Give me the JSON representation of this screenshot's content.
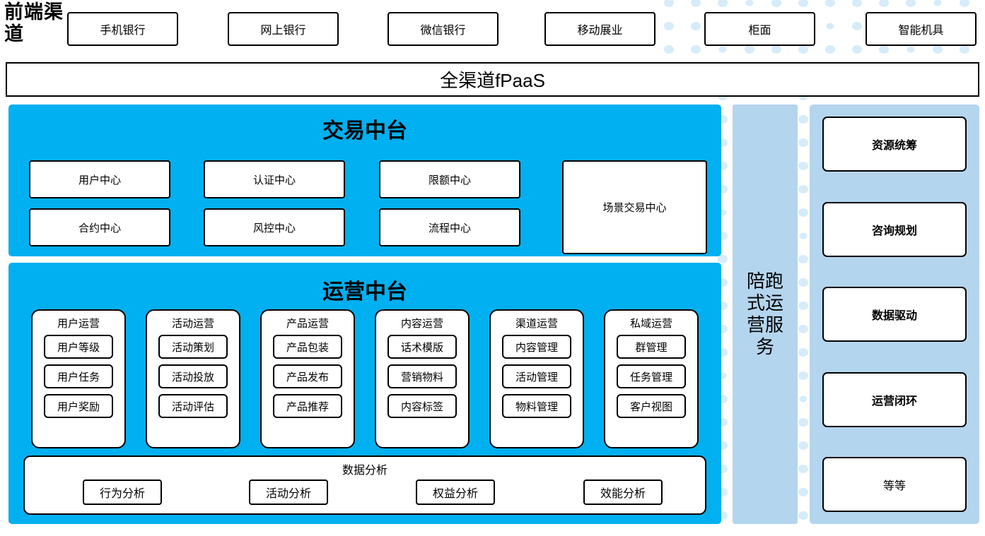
{
  "colors": {
    "cyan": "#00B0F0",
    "light_blue": "#B4D5EE",
    "box_border": "#000000",
    "box_fill": "#FFFFFF",
    "dot": "#D7ECFA"
  },
  "frontend": {
    "label": "前端渠道",
    "channels": [
      {
        "label": "手机银行"
      },
      {
        "label": "网上银行"
      },
      {
        "label": "微信银行"
      },
      {
        "label": "移动展业"
      },
      {
        "label": "柜面"
      },
      {
        "label": "智能机具"
      }
    ]
  },
  "fpaas": {
    "label": "全渠道fPaaS"
  },
  "trade_platform": {
    "title": "交易中台",
    "centers": [
      {
        "label": "用户中心"
      },
      {
        "label": "认证中心"
      },
      {
        "label": "限额中心"
      },
      {
        "label": "合约中心"
      },
      {
        "label": "风控中心"
      },
      {
        "label": "流程中心"
      }
    ],
    "scene_center": {
      "label": "场景交易中心"
    }
  },
  "ops_platform": {
    "title": "运营中台",
    "groups": [
      {
        "title": "用户运营",
        "items": [
          "用户等级",
          "用户任务",
          "用户奖励"
        ]
      },
      {
        "title": "活动运营",
        "items": [
          "活动策划",
          "活动投放",
          "活动评估"
        ]
      },
      {
        "title": "产品运营",
        "items": [
          "产品包装",
          "产品发布",
          "产品推荐"
        ]
      },
      {
        "title": "内容运营",
        "items": [
          "话术模版",
          "营销物料",
          "内容标签"
        ]
      },
      {
        "title": "渠道运营",
        "items": [
          "内容管理",
          "活动管理",
          "物料管理"
        ]
      },
      {
        "title": "私域运营",
        "items": [
          "群管理",
          "任务管理",
          "客户视图"
        ]
      }
    ],
    "data_analysis": {
      "title": "数据分析",
      "items": [
        "行为分析",
        "活动分析",
        "权益分析",
        "效能分析"
      ]
    }
  },
  "service_strip": {
    "label": "陪跑式运营服务"
  },
  "right_panel": {
    "items": [
      {
        "label": "资源统筹",
        "bold": true
      },
      {
        "label": "咨询规划",
        "bold": true
      },
      {
        "label": "数据驱动",
        "bold": true
      },
      {
        "label": "运营闭环",
        "bold": true
      },
      {
        "label": "等等",
        "bold": false
      }
    ]
  }
}
